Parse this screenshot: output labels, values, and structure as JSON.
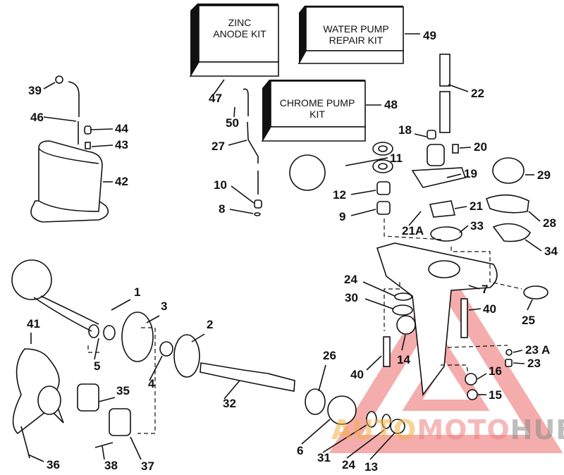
{
  "kits": {
    "zinc_anode": "ZINC ANODE KIT",
    "water_pump": "WATER PUMP REPAIR KIT",
    "chrome_pump": "CHROME PUMP KIT"
  },
  "callouts": [
    "39",
    "46",
    "44",
    "43",
    "42",
    "47",
    "50",
    "27",
    "10",
    "8",
    "49",
    "48",
    "22",
    "18",
    "20",
    "11",
    "19",
    "29",
    "12",
    "9",
    "21",
    "28",
    "21A",
    "33",
    "34",
    "7",
    "24",
    "30",
    "40",
    "25",
    "23 A",
    "23",
    "14",
    "16",
    "40",
    "15",
    "26",
    "6",
    "31",
    "24",
    "13",
    "1",
    "3",
    "2",
    "41",
    "5",
    "4",
    "32",
    "35",
    "36",
    "38",
    "37"
  ],
  "watermark": {
    "auto": "AUTO",
    "moto": "MOTO",
    "hub": "HUB"
  },
  "colors": {
    "watermark_red": "#f08080",
    "watermark_orange": "#f5b041",
    "watermark_gray": "#8a8a8a"
  }
}
